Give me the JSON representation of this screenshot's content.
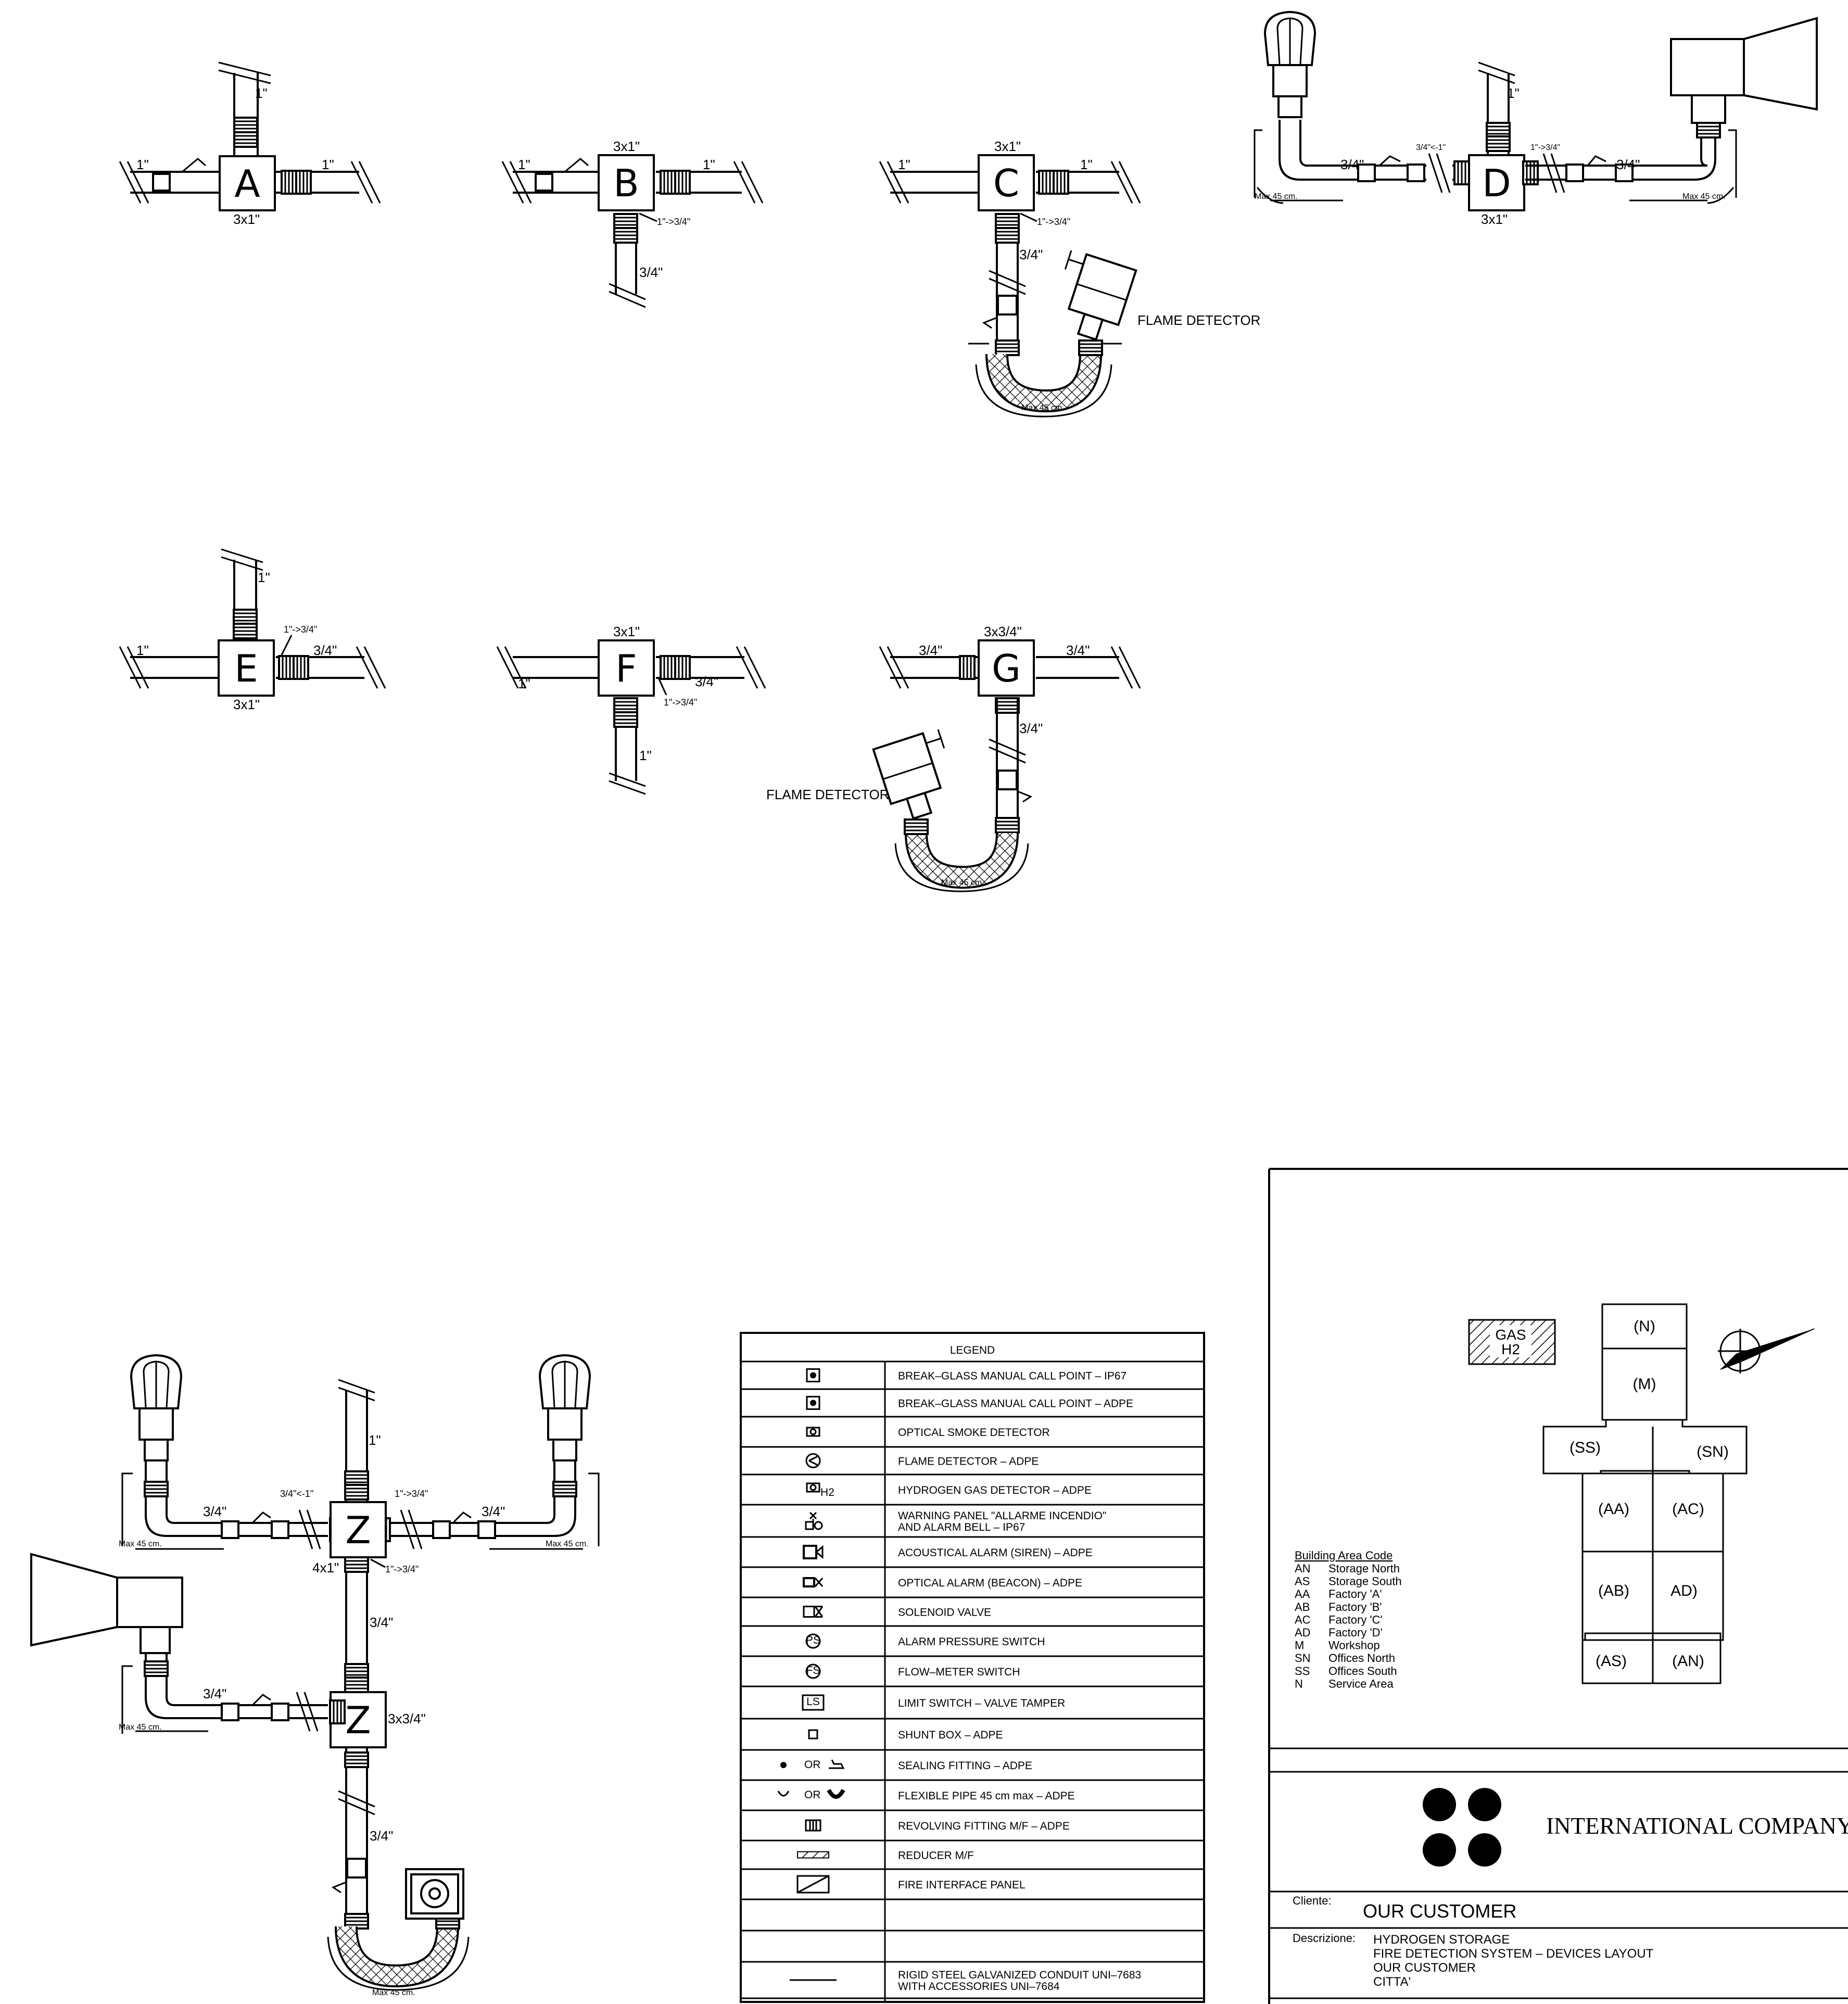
{
  "labels": {
    "one_inch": "1\"",
    "three_quarter": "3/4\"",
    "three_by_one": "3x1\"",
    "three_by_three_quarter": "3x3/4\"",
    "four_by_one": "4x1\"",
    "reducer": "1\"->3/4\"",
    "reducer_rev": "3/4\"<-1\"",
    "max45": "Max 45 cm.",
    "flame_detector": "FLAME DETECTOR"
  },
  "boxes": {
    "A": "A",
    "B": "B",
    "C": "C",
    "D": "D",
    "E": "E",
    "F": "F",
    "G": "G",
    "Z1": "Z",
    "Z2": "Z"
  },
  "legend": {
    "title": "LEGEND",
    "rows": [
      {
        "symbol": "call-point-ip67-icon",
        "text": "BREAK–GLASS MANUAL CALL POINT – IP67"
      },
      {
        "symbol": "call-point-adpe-icon",
        "text": "BREAK–GLASS MANUAL CALL POINT – ADPE"
      },
      {
        "symbol": "smoke-detector-icon",
        "text": "OPTICAL SMOKE DETECTOR"
      },
      {
        "symbol": "flame-detector-icon",
        "text": "FLAME DETECTOR – ADPE"
      },
      {
        "symbol": "h2-detector-icon",
        "text": "HYDROGEN GAS DETECTOR – ADPE",
        "symbol_text": "H2"
      },
      {
        "symbol": "warning-panel-icon",
        "text": "WARNING PANEL \"ALLARME INCENDIO\"",
        "text2": "AND ALARM BELL – IP67"
      },
      {
        "symbol": "siren-icon",
        "text": "ACOUSTICAL ALARM (SIREN) – ADPE"
      },
      {
        "symbol": "beacon-icon",
        "text": "OPTICAL ALARM (BEACON) – ADPE"
      },
      {
        "symbol": "solenoid-valve-icon",
        "text": "SOLENOID VALVE"
      },
      {
        "symbol": "pressure-switch-icon",
        "text": "ALARM PRESSURE SWITCH",
        "symbol_text": "PS"
      },
      {
        "symbol": "flow-switch-icon",
        "text": "FLOW–METER SWITCH",
        "symbol_text": "FS"
      },
      {
        "symbol": "limit-switch-icon",
        "text": "LIMIT SWITCH –   VALVE TAMPER",
        "symbol_text": "LS"
      },
      {
        "symbol": "shunt-box-icon",
        "text": "SHUNT BOX – ADPE"
      },
      {
        "symbol": "sealing-fitting-icon",
        "text": "SEALING FITTING – ADPE",
        "symbol_text": "OR"
      },
      {
        "symbol": "flexible-pipe-icon",
        "text": "FLEXIBLE PIPE 45 cm max – ADPE",
        "symbol_text": "OR"
      },
      {
        "symbol": "revolving-fitting-icon",
        "text": "REVOLVING FITTING M/F – ADPE"
      },
      {
        "symbol": "reducer-icon",
        "text": "REDUCER M/F"
      },
      {
        "symbol": "fire-panel-icon",
        "text": "FIRE INTERFACE PANEL"
      },
      {
        "symbol": "",
        "text": ""
      },
      {
        "symbol": "",
        "text": ""
      },
      {
        "symbol": "conduit-line-icon",
        "text": "RIGID STEEL GALVANIZED CONDUIT UNI–7683",
        "text2": "WITH ACCESSORIES UNI–7684"
      }
    ]
  },
  "building_codes": {
    "heading": "Building Area Code",
    "rows": [
      {
        "code": "AN",
        "name": "Storage North"
      },
      {
        "code": "AS",
        "name": "Storage South"
      },
      {
        "code": "AA",
        "name": "Factory 'A'"
      },
      {
        "code": "AB",
        "name": "Factory 'B'"
      },
      {
        "code": "AC",
        "name": "Factory 'C'"
      },
      {
        "code": "AD",
        "name": "Factory 'D'"
      },
      {
        "code": "M",
        "name": "Workshop"
      },
      {
        "code": "SN",
        "name": "Offices North"
      },
      {
        "code": "SS",
        "name": "Offices South"
      },
      {
        "code": "N",
        "name": "Service Area"
      }
    ]
  },
  "site_plan": {
    "gas": "GAS",
    "h2": "H2",
    "areas": {
      "N": "(N)",
      "M": "(M)",
      "SS": "(SS)",
      "SN": "(SN)",
      "AA": "(AA)",
      "AC": "(AC)",
      "AB": "(AB)",
      "AD": "AD)",
      "AS": "(AS)",
      "AN": "(AN)"
    }
  },
  "title_block": {
    "company": "INTERNATIONAL COMPANY",
    "cliente_label": "Cliente:",
    "cliente": "OUR  CUSTOMER",
    "descrizione_label": "Descrizione:",
    "descr1": "HYDROGEN  STORAGE",
    "descr2": "FIRE  DETECTION  SYSTEM  –  DEVICES  LAYOUT",
    "descr3": "OUR  CUSTOMER",
    "descr4": "CITTA'"
  }
}
